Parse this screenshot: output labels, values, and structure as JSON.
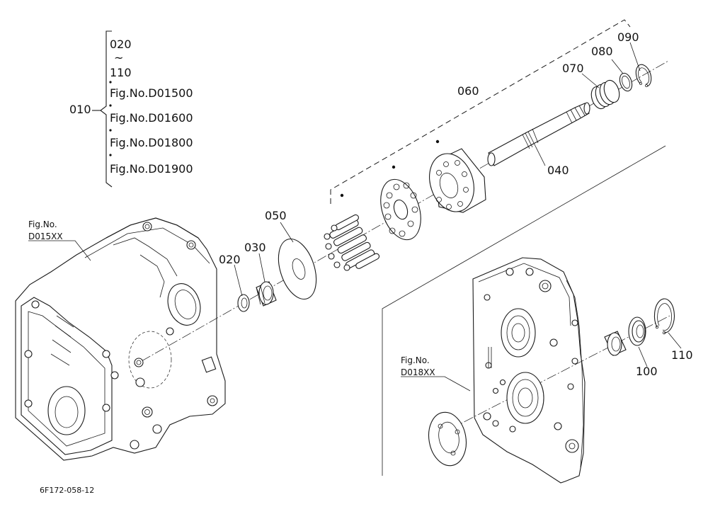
{
  "diagram_id": "6F172-058-12",
  "assembly_group": {
    "label": "010",
    "range_start": "020",
    "range_sep": "~",
    "range_end": "110",
    "figure_refs": [
      "Fig.No.D01500",
      "Fig.No.D01600",
      "Fig.No.D01800",
      "Fig.No.D01900"
    ]
  },
  "fig_refs": {
    "left_housing": {
      "line1": "Fig.No.",
      "line2": "D015XX"
    },
    "right_cover": {
      "line1": "Fig.No.",
      "line2": "D018XX"
    }
  },
  "part_labels": {
    "p020": "020",
    "p030": "030",
    "p040": "040",
    "p050": "050",
    "p060": "060",
    "p070": "070",
    "p080": "080",
    "p090": "090",
    "p100": "100",
    "p110": "110"
  }
}
